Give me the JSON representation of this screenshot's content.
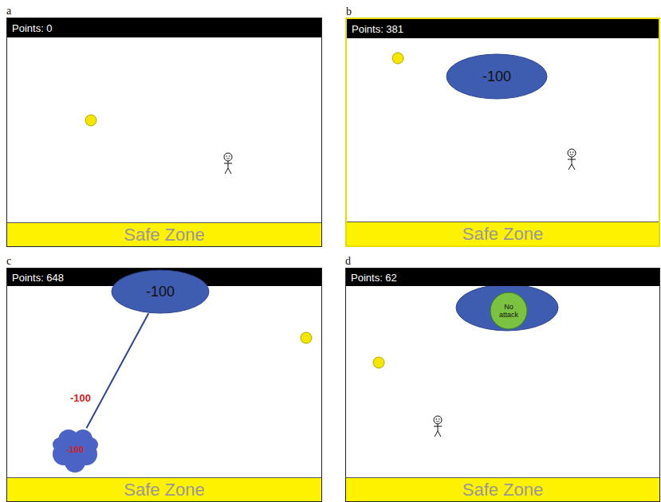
{
  "diagram": {
    "nodes": [
      {
        "text": [
          "a"
        ]
      },
      {
        "text": [
          "Points: 0"
        ],
        "in": 0
      },
      {
        "text": [
          "Safe Zone"
        ],
        "in": 0
      },
      {
        "text": [
          "b"
        ]
      },
      {
        "text": [
          "Points: 381"
        ],
        "in": 3
      },
      {
        "text": [
          "-100"
        ],
        "in": 3
      },
      {
        "text": [
          "Safe Zone"
        ],
        "in": 3
      },
      {
        "text": [
          "c"
        ]
      },
      {
        "text": [
          "Points: 648"
        ],
        "in": 7
      },
      {
        "text": [
          "-100"
        ],
        "in": 7
      },
      {
        "text": [
          "-100"
        ],
        "in": 7
      },
      {
        "text": [
          "Safe Zone"
        ],
        "in": 7
      },
      {
        "text": [
          "d"
        ]
      },
      {
        "text": [
          "Points: 62"
        ],
        "in": 12
      },
      {
        "text": [
          "No attack"
        ],
        "in": 12
      },
      {
        "text": [
          "Safe Zone"
        ],
        "in": 12
      }
    ],
    "edges": [
      {
        "from": 9,
        "to": 10,
        "arrow": "none"
      }
    ],
    "labels": [
      "-100"
    ]
  }
}
